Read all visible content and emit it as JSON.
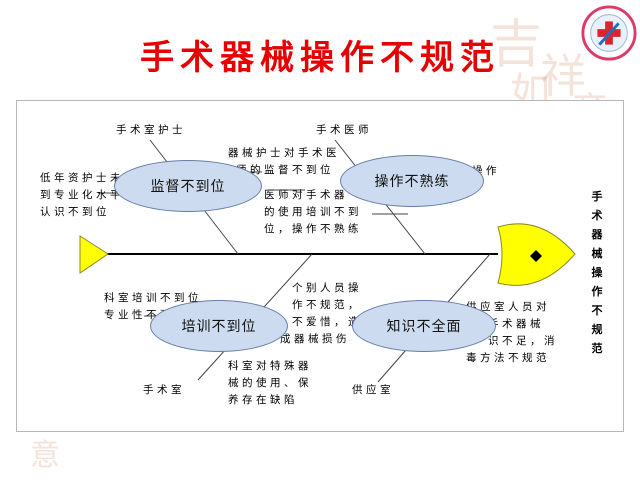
{
  "slide": {
    "title": "手术器械操作不规范"
  },
  "diagram": {
    "effect_lines": [
      "手",
      "术",
      "器",
      "械",
      "操",
      "作",
      "不",
      "规",
      "范"
    ],
    "categories": {
      "supervision": "监督不到位",
      "operation": "操作不熟练",
      "training": "培训不到位",
      "knowledge": "知识不全面"
    },
    "sources": {
      "top_left": "手术室护士",
      "top_right": "手术医师",
      "bottom_left": "手术室",
      "bottom_right": "供应室"
    },
    "causes": {
      "low_seniority_l1": "低年资护士未",
      "low_seniority_l2": "到专业化水平",
      "low_seniority_l3": "认识不到位",
      "instrument_nurse_l1": "器械护士对手术医",
      "instrument_nurse_l2": "师的监督不到位",
      "surgeon_op": "师操作",
      "doctor_training_l1": "医师对手术器",
      "doctor_training_l2": "的使用培训不到",
      "doctor_training_l3": "位，操作不熟练",
      "dept_training_l1": "科室培训不到位",
      "dept_training_l2": "专业性不强",
      "individual_l1": "个别人员操",
      "individual_l2": "作不规范，",
      "individual_l3": "不爱惜，造",
      "individual_l4": "成器械损伤",
      "special_l1": "科室对特殊器",
      "special_l2": "械的使用、保",
      "special_l3": "养存在缺陷",
      "supply_l1": "供应室人员对",
      "supply_l2": "手术器械",
      "supply_l3": "识不足，消",
      "supply_l4": "毒方法不规范"
    }
  },
  "colors": {
    "title": "#e60000",
    "bubble_fill": "#ccdbef",
    "head_fill": "#ffff00",
    "spine": "#000000"
  },
  "icons": [
    "hospital-emblem-icon",
    "fish-eye-icon"
  ]
}
